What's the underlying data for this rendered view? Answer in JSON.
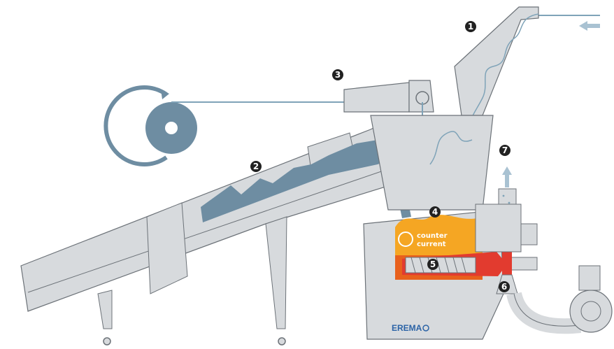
{
  "diagram": {
    "markers": [
      {
        "id": "m1",
        "label": "1"
      },
      {
        "id": "m2",
        "label": "2"
      },
      {
        "id": "m3",
        "label": "3"
      },
      {
        "id": "m4",
        "label": "4"
      },
      {
        "id": "m5",
        "label": "5"
      },
      {
        "id": "m6",
        "label": "6"
      },
      {
        "id": "m7",
        "label": "7"
      }
    ],
    "badge": {
      "line1": "counter",
      "line2": "current"
    },
    "brand": {
      "name": "EREMA"
    },
    "colors": {
      "machine_fill": "#d7dadd",
      "machine_stroke": "#6c7278",
      "material": "#6e8da2",
      "feed_line": "#7fa3b8",
      "arrow": "#a9c2d2",
      "orange": "#f5a623",
      "red": "#e23b2f",
      "marker": "#222222",
      "brand": "#2b63a6"
    }
  }
}
